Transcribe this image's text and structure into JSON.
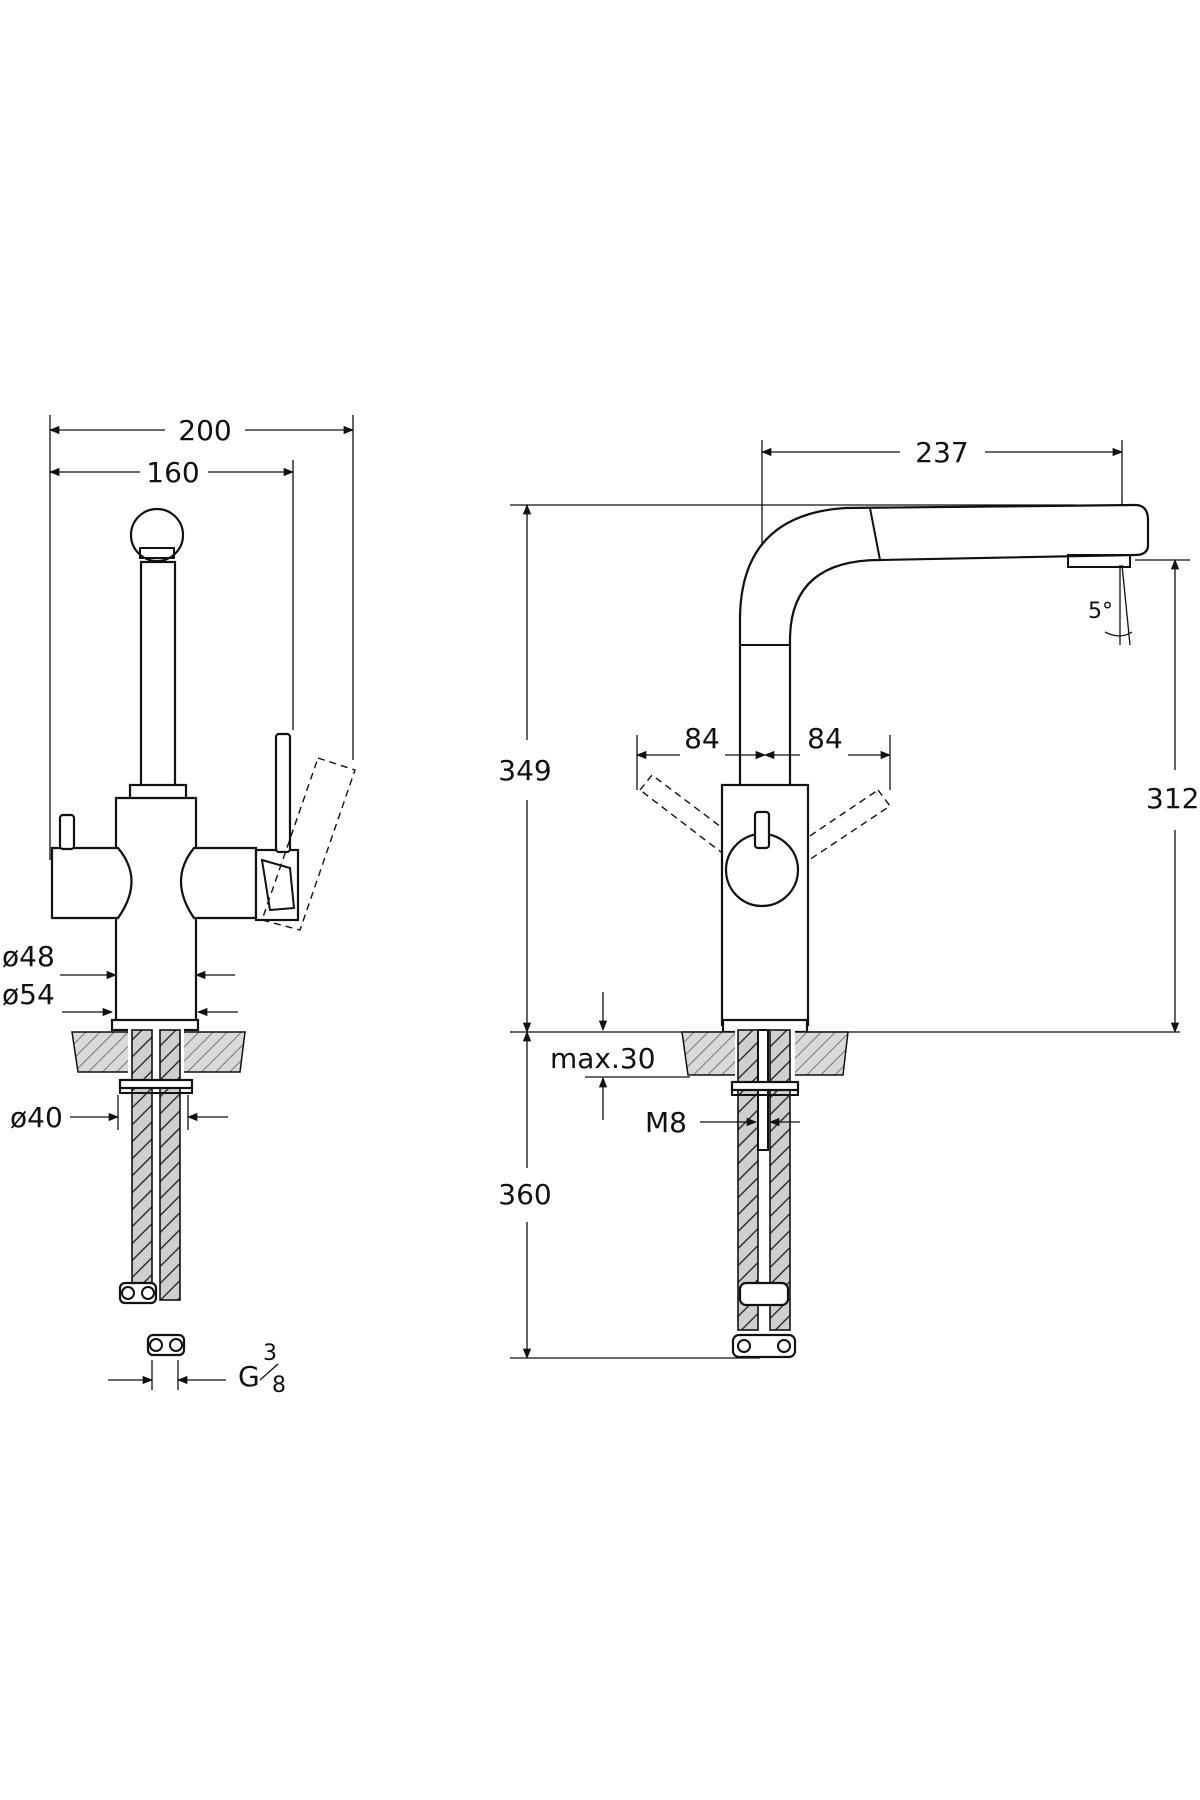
{
  "front_view": {
    "overall_width": "200",
    "handle_spacing": "160",
    "body_diameter_upper": "ø48",
    "body_diameter_lower": "ø54",
    "shank_diameter": "ø40",
    "hose_thread_main": "G",
    "hose_thread_sup": "3",
    "hose_thread_sub": "8"
  },
  "side_view": {
    "spout_reach": "237",
    "handle_swing_left": "84",
    "handle_swing_right": "84",
    "total_height": "349",
    "spout_outlet_height": "312",
    "spout_angle": "5°",
    "max_deck_thickness": "max.30",
    "fixing_rod": "M8",
    "hose_length": "360"
  }
}
